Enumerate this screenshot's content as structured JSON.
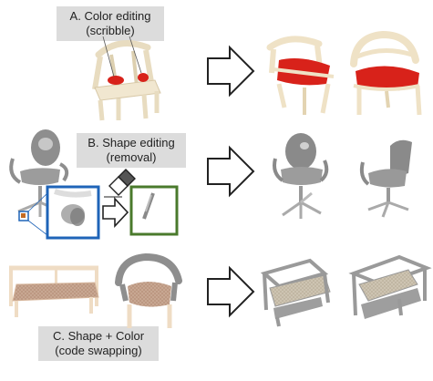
{
  "rows": [
    {
      "id": "color-editing",
      "caption_line1": "A. Color editing",
      "caption_line2": "(scribble)"
    },
    {
      "id": "shape-editing",
      "caption_line1": "B. Shape editing",
      "caption_line2": "(removal)"
    },
    {
      "id": "shape-color",
      "caption_line1": "C. Shape + Color",
      "caption_line2": "(code swapping)"
    }
  ],
  "colors": {
    "caption_bg": "#dcdcdc",
    "wood": "#efe2c6",
    "red_seat": "#d8221a",
    "gray_chair": "#8e8e8e",
    "blue_frame": "#1f64b8",
    "green_frame": "#4a7a2c",
    "arrow_stroke": "#222222"
  },
  "icons": [
    "arrow-right-icon",
    "eraser-icon"
  ]
}
